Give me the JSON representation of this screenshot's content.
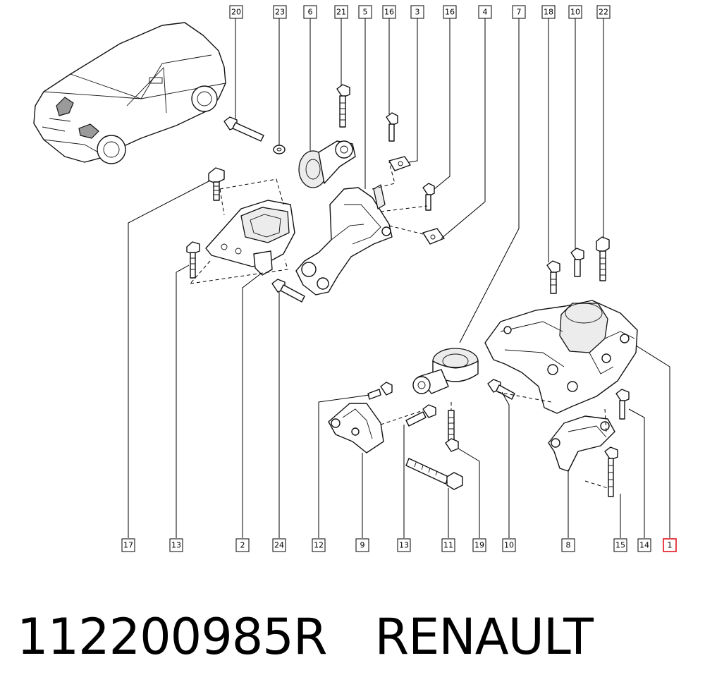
{
  "footer": {
    "part_number": "112200985R",
    "brand": "RENAULT"
  },
  "callouts": {
    "top": [
      "20",
      "23",
      "6",
      "21",
      "5",
      "16",
      "3",
      "16",
      "4",
      "7",
      "18",
      "10",
      "22"
    ],
    "bottom": [
      "17",
      "13",
      "2",
      "24",
      "12",
      "9",
      "13",
      "11",
      "19",
      "10",
      "8",
      "15",
      "14",
      "1"
    ],
    "highlighted": "1"
  },
  "colors": {
    "highlight": "#e0141e",
    "line": "#000000",
    "background": "#ffffff"
  }
}
